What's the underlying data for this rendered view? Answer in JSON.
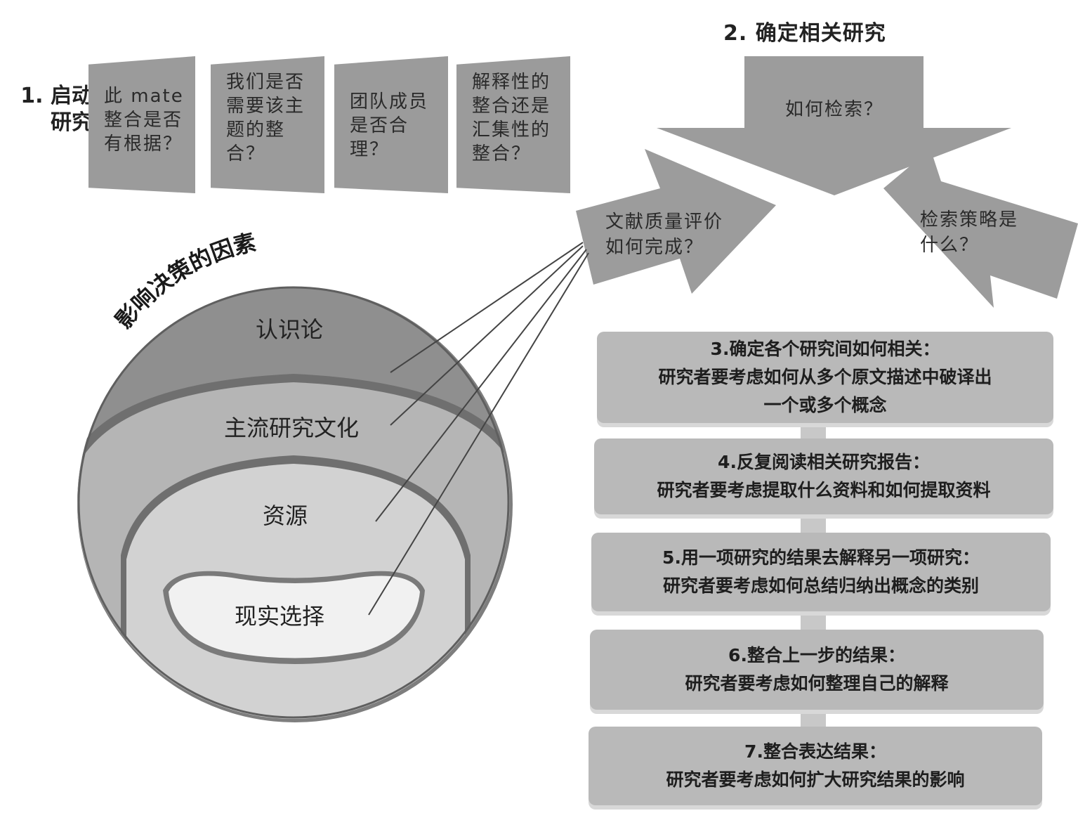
{
  "step1": {
    "label_line1": "1. 启动",
    "label_line2": "研究",
    "questions": [
      {
        "lines": [
          "此 mate",
          "整合是否",
          "有根据？"
        ]
      },
      {
        "lines": [
          "我们是否",
          "需要该主",
          "题的整",
          "合？"
        ]
      },
      {
        "lines": [
          "团队成员",
          "是否合",
          "理？"
        ]
      },
      {
        "lines": [
          "解释性的",
          "整合还是",
          "汇集性的",
          "整合？"
        ]
      }
    ]
  },
  "step2": {
    "title": "2. 确定相关研究",
    "top_arrow": [
      "如何检索？"
    ],
    "left_arrow": [
      "文献质量评价",
      "如何完成？"
    ],
    "right_arrow": [
      "检索策略是",
      "什么？"
    ]
  },
  "factors": {
    "title": "影响决策的因素",
    "layers": [
      "认识论",
      "主流研究文化",
      "资源",
      "现实选择"
    ],
    "colors": {
      "outer": "#8f8f8f",
      "ring_line": "#6f6f6f",
      "layer2": "#b5b5b5",
      "layer3": "#d2d2d2",
      "layer4": "#f1f1f1"
    }
  },
  "steps": [
    {
      "title": "3.确定各个研究间如何相关：",
      "lines": [
        "研究者要考虑如何从多个原文描述中破译出",
        "一个或多个概念"
      ]
    },
    {
      "title": "4.反复阅读相关研究报告：",
      "lines": [
        "研究者要考虑提取什么资料和如何提取资料"
      ]
    },
    {
      "title": "5.用一项研究的结果去解释另一项研究：",
      "lines": [
        "研究者要考虑如何总结归纳出概念的类别"
      ]
    },
    {
      "title": "6.整合上一步的结果：",
      "lines": [
        "研究者要考虑如何整理自己的解释"
      ]
    },
    {
      "title": "7.整合表达结果：",
      "lines": [
        "研究者要考虑如何扩大研究结果的影响"
      ]
    }
  ]
}
